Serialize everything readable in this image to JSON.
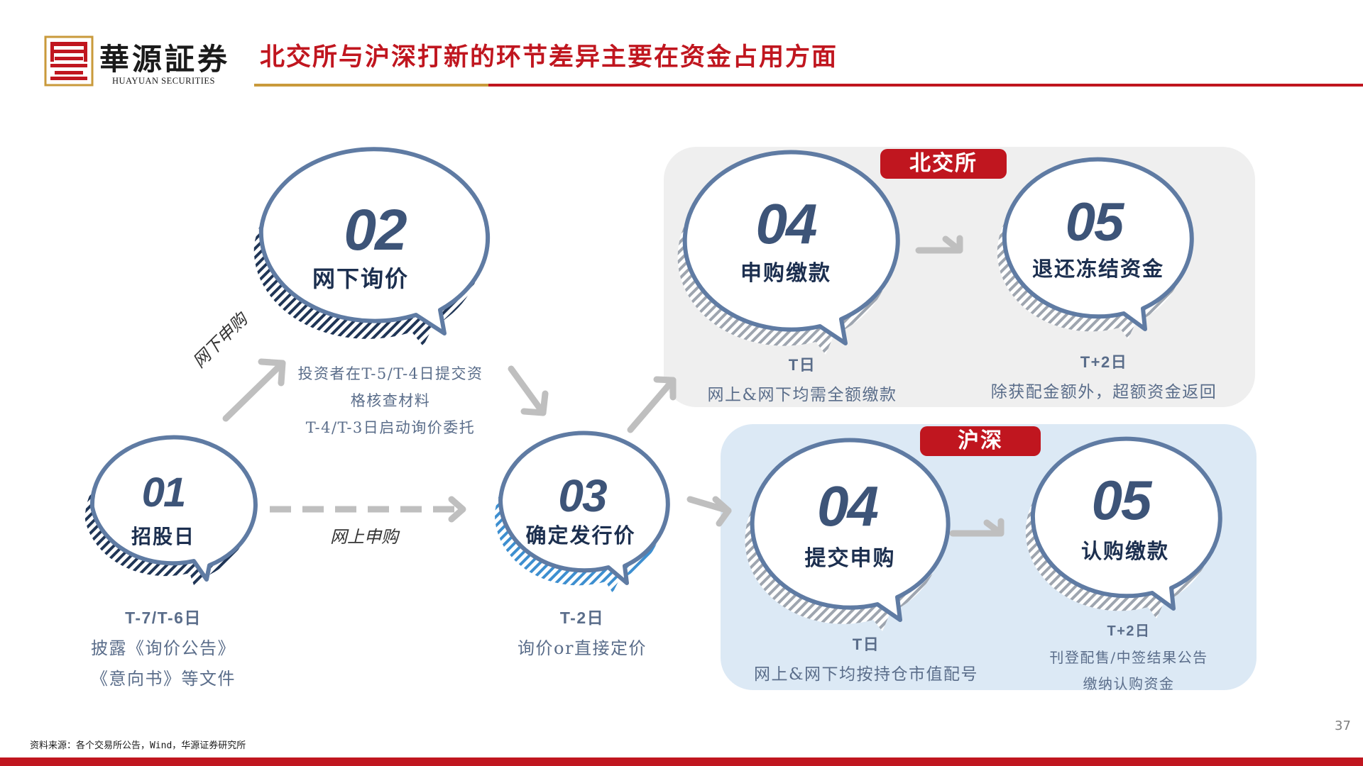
{
  "header": {
    "logo_cn": "華源証券",
    "logo_en": "HUAYUAN SECURITIES",
    "title": "北交所与沪深打新的环节差异主要在资金占用方面"
  },
  "colors": {
    "brand_red": "#c0161f",
    "brand_gold": "#c99a3b",
    "node_stroke": "#5f7ba3",
    "node_number": "#3d5478",
    "arrow": "#bfbfbf"
  },
  "panels": {
    "bjs_tag": "北交所",
    "hs_tag": "沪深"
  },
  "nodes": {
    "n01": {
      "num": "01",
      "label": "招股日"
    },
    "n02": {
      "num": "02",
      "label": "网下询价"
    },
    "n03": {
      "num": "03",
      "label": "确定发行价"
    },
    "n04_bjs": {
      "num": "04",
      "label": "申购缴款"
    },
    "n05_bjs": {
      "num": "05",
      "label": "退还冻结资金"
    },
    "n04_hs": {
      "num": "04",
      "label": "提交申购"
    },
    "n05_hs": {
      "num": "05",
      "label": "认购缴款"
    }
  },
  "descriptions": {
    "n01": {
      "day": "T-7/T-6日",
      "line1": "披露《询价公告》",
      "line2": "《意向书》等文件"
    },
    "n02": {
      "line1": "投资者在T-5/T-4日提交资",
      "line2": "格核查材料",
      "line3": "T-4/T-3日启动询价委托"
    },
    "n03": {
      "day": "T-2日",
      "line1": "询价or直接定价"
    },
    "n04_bjs": {
      "day": "T日",
      "line1": "网上&网下均需全额缴款"
    },
    "n05_bjs": {
      "day": "T+2日",
      "line1": "除获配金额外，超额资金返回"
    },
    "n04_hs": {
      "day": "T日",
      "line1": "网上&网下均按持仓市值配号"
    },
    "n05_hs": {
      "day": "T+2日",
      "line1": "刊登配售/中签结果公告",
      "line2": "缴纳认购资金"
    }
  },
  "path_labels": {
    "offline": "网下申购",
    "online": "网上申购"
  },
  "footer": {
    "source": "资料来源：各个交易所公告，Wind，华源证券研究所",
    "page": "37"
  }
}
